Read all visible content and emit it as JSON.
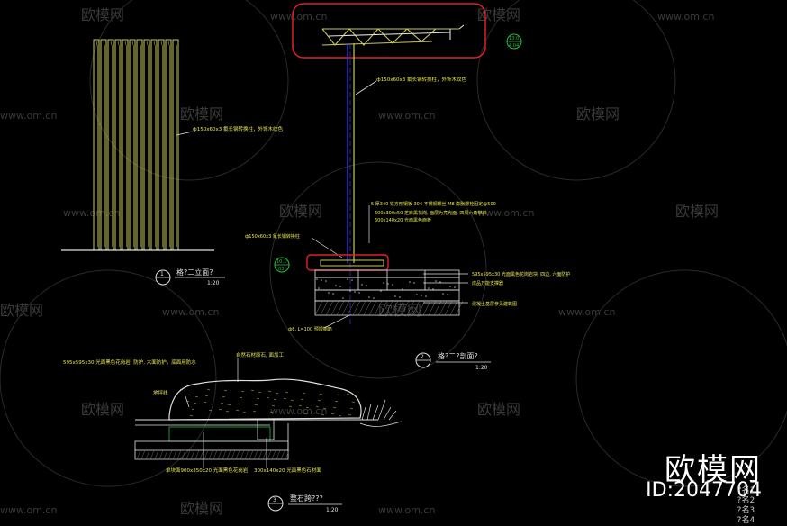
{
  "colors": {
    "background": "#000000",
    "wood": "#c8c85a",
    "steel": "#e0e0e0",
    "highlight": "#e0202a",
    "blue": "#4040ff",
    "green": "#20c040",
    "leader": "#ffffff",
    "note": "#e8e850",
    "watermark": "#3a3a3a"
  },
  "watermark": {
    "text": "欧模网",
    "url": "www.om.cn"
  },
  "drawing_1": {
    "note": "ф150x60x3 氟长钢转换柱，外饰木纹色",
    "title": "格?二立面?",
    "scale": "1:20",
    "number": "1"
  },
  "drawing_2": {
    "marker_top_1": "13.0",
    "marker_top_2": "4.04",
    "marker_mid_1": "10.1",
    "marker_mid_2": "03",
    "note_top": "ф150x60x3 氟长钢转换柱，外饰木纹色",
    "note_a": "5 厚340 铁方形钢板 304 不锈钢螺丝 M8 膨胀螺栓固定@500",
    "note_b": "600x300x50 芝麻黑花岗, 面层为亮光面, 四周六角带斜",
    "note_c": "600x140x20 光面黑色面板",
    "note_d": "ф150x60x3 氟长钢转换柱",
    "note_e": "595x595x30 光面黑色花岗岩块, 四边, 六面防护",
    "note_f": "成品万能支撑器",
    "note_g": "混凝土基层参见建筑图",
    "note_h": "ф6, L=100 预埋钢筋",
    "title": "格?二?剖面?",
    "scale": "1:20",
    "number": "2"
  },
  "drawing_3": {
    "note_top": "595x595x30 光面黑色花岗岩, 防护, 六面防护，底面用防水",
    "note_ground": "地坪线",
    "note_stone": "自然石材原石, 面加工",
    "note_bottom_left": "单块面900x350x20 光面黑色花岗岩",
    "note_bottom_right": "300x140x20 光面黑色石材面",
    "title": "整石跨???",
    "scale": "1:20",
    "number": "3"
  },
  "brand": {
    "name": "欧模网",
    "id": "ID:2047704"
  },
  "corner_names": [
    "?名1",
    "?名2",
    "?名3",
    "?名4"
  ]
}
